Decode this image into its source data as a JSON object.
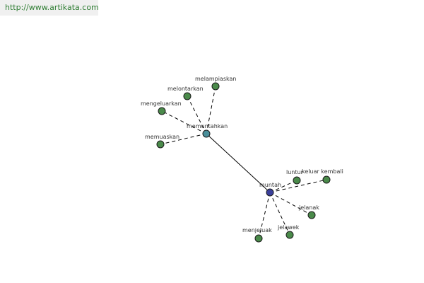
{
  "source": {
    "url": "http://www.artikata.com"
  },
  "colors": {
    "hub_primary": "#3a3f9a",
    "hub_secondary": "#4a8f9a",
    "leaf": "#4a8a4a",
    "edge": "#000000",
    "link": "#2e7d32"
  },
  "graph": {
    "nodes": [
      {
        "id": "muntah",
        "label": "muntah",
        "role": "hub_primary"
      },
      {
        "id": "memuntahkan",
        "label": "memuntahkan",
        "role": "hub_secondary"
      },
      {
        "id": "melampiaskan",
        "label": "melampiaskan",
        "role": "leaf"
      },
      {
        "id": "melontarkan",
        "label": "melontarkan",
        "role": "leaf"
      },
      {
        "id": "mengeluarkan",
        "label": "mengeluarkan",
        "role": "leaf"
      },
      {
        "id": "memuaskan",
        "label": "memuaskan",
        "role": "leaf"
      },
      {
        "id": "luntur",
        "label": "luntur",
        "role": "leaf"
      },
      {
        "id": "keluar-kembali",
        "label": "keluar kembali",
        "role": "leaf"
      },
      {
        "id": "jelanak",
        "label": "jelanak",
        "role": "leaf"
      },
      {
        "id": "jelawek",
        "label": "jelawek",
        "role": "leaf"
      },
      {
        "id": "menjeluak",
        "label": "menjeluak",
        "role": "leaf"
      }
    ],
    "edges": [
      {
        "from": "muntah",
        "to": "memuntahkan",
        "style": "solid"
      },
      {
        "from": "memuntahkan",
        "to": "melampiaskan",
        "style": "dashed"
      },
      {
        "from": "memuntahkan",
        "to": "melontarkan",
        "style": "dashed"
      },
      {
        "from": "memuntahkan",
        "to": "mengeluarkan",
        "style": "dashed"
      },
      {
        "from": "memuntahkan",
        "to": "memuaskan",
        "style": "dashed"
      },
      {
        "from": "muntah",
        "to": "luntur",
        "style": "dashed"
      },
      {
        "from": "muntah",
        "to": "keluar-kembali",
        "style": "dashed"
      },
      {
        "from": "muntah",
        "to": "jelanak",
        "style": "dashed"
      },
      {
        "from": "muntah",
        "to": "jelawek",
        "style": "dashed"
      },
      {
        "from": "muntah",
        "to": "menjeluak",
        "style": "dashed"
      }
    ]
  }
}
